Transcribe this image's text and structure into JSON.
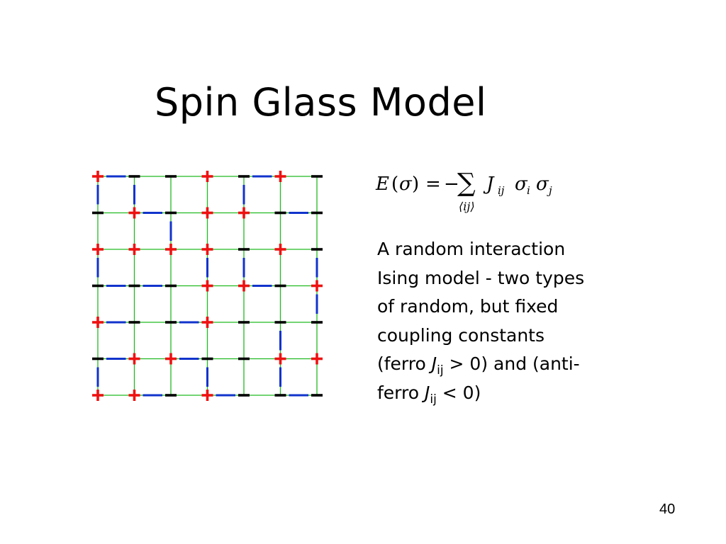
{
  "slide": {
    "title": "Spin Glass Model",
    "page_number": "40"
  },
  "formula": {
    "E": "E",
    "open_paren": "(",
    "sigma": "σ",
    "close_paren": ")",
    "equals": "=",
    "minus": "−",
    "sum": "∑",
    "J": "J",
    "J_sub": "ij",
    "sigma_i": "σ",
    "sub_i": "i",
    "sigma_j": "σ",
    "sub_j": "j",
    "sum_index": "⟨ij⟩"
  },
  "description": {
    "line1": "A random interaction",
    "line2": "Ising model - two types",
    "line3": "of random, but fixed",
    "line4": "coupling constants",
    "line5_pre": "(ferro ",
    "line5_J": "J",
    "line5_sub": "ij",
    "line5_post": " > 0) and (anti-",
    "line6_pre": "ferro ",
    "line6_J": "J",
    "line6_sub": "ij",
    "line6_post": " < 0)"
  },
  "lattice": {
    "grid_color": "#22bb22",
    "plus_color": "#ee1111",
    "minus_color": "#000000",
    "anti_bond_color": "#1133cc",
    "spins": [
      [
        "+",
        "-",
        "-",
        "+",
        "-",
        "+",
        "-"
      ],
      [
        "-",
        "+",
        "-",
        "+",
        "+",
        "-",
        "-"
      ],
      [
        "+",
        "+",
        "+",
        "+",
        "-",
        "+",
        "-"
      ],
      [
        "-",
        "-",
        "-",
        "+",
        "+",
        "-",
        "+"
      ],
      [
        "+",
        "-",
        "-",
        "+",
        "-",
        "-",
        "-"
      ],
      [
        "-",
        "+",
        "+",
        "-",
        "-",
        "+",
        "+"
      ],
      [
        "+",
        "+",
        "-",
        "+",
        "-",
        "-",
        "-"
      ]
    ],
    "anti_bonds_horizontal": [
      [
        0,
        0
      ],
      [
        0,
        4
      ],
      [
        1,
        1
      ],
      [
        1,
        5
      ],
      [
        3,
        0
      ],
      [
        3,
        1
      ],
      [
        3,
        4
      ],
      [
        4,
        0
      ],
      [
        4,
        2
      ],
      [
        5,
        0
      ],
      [
        5,
        2
      ],
      [
        6,
        1
      ],
      [
        6,
        3
      ],
      [
        6,
        5
      ]
    ],
    "anti_bonds_vertical": [
      [
        0,
        0
      ],
      [
        0,
        1
      ],
      [
        0,
        4
      ],
      [
        1,
        2
      ],
      [
        2,
        0
      ],
      [
        2,
        3
      ],
      [
        2,
        4
      ],
      [
        2,
        6
      ],
      [
        3,
        6
      ],
      [
        4,
        5
      ],
      [
        5,
        0
      ],
      [
        5,
        3
      ],
      [
        5,
        5
      ]
    ]
  }
}
